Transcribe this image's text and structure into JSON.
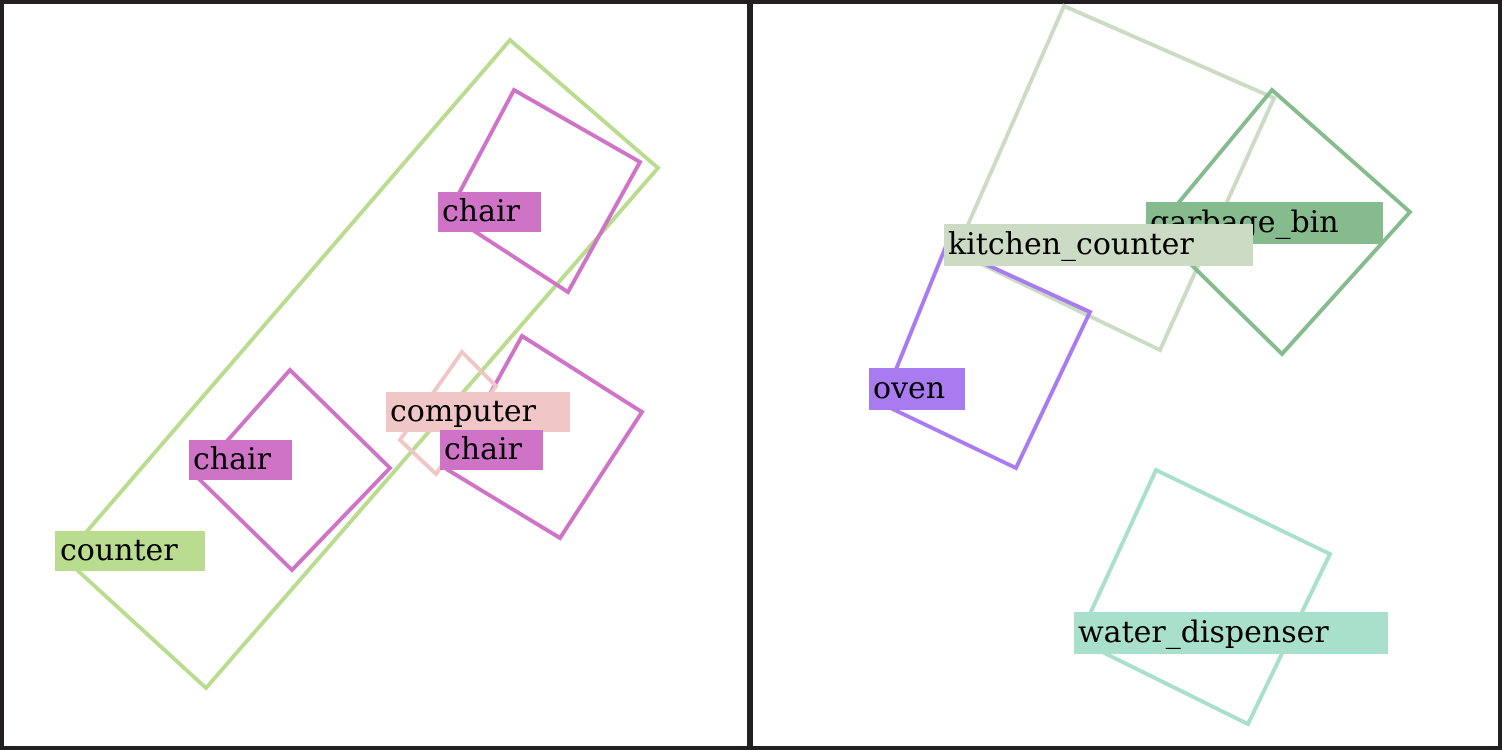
{
  "panels": [
    {
      "id": "left",
      "objects": [
        {
          "label": "counter",
          "color": "#b9dc8e"
        },
        {
          "label": "chair",
          "color": "#cf73c7"
        },
        {
          "label": "chair",
          "color": "#cf73c7"
        },
        {
          "label": "chair",
          "color": "#cf73c7"
        },
        {
          "label": "computer",
          "color": "#f0c6c6"
        }
      ]
    },
    {
      "id": "right",
      "objects": [
        {
          "label": "kitchen_counter",
          "color": "#ccdbc4"
        },
        {
          "label": "garbage_bin",
          "color": "#85bb8d"
        },
        {
          "label": "oven",
          "color": "#a87cf0"
        },
        {
          "label": "water_dispenser",
          "color": "#a8e0cc"
        }
      ]
    }
  ]
}
